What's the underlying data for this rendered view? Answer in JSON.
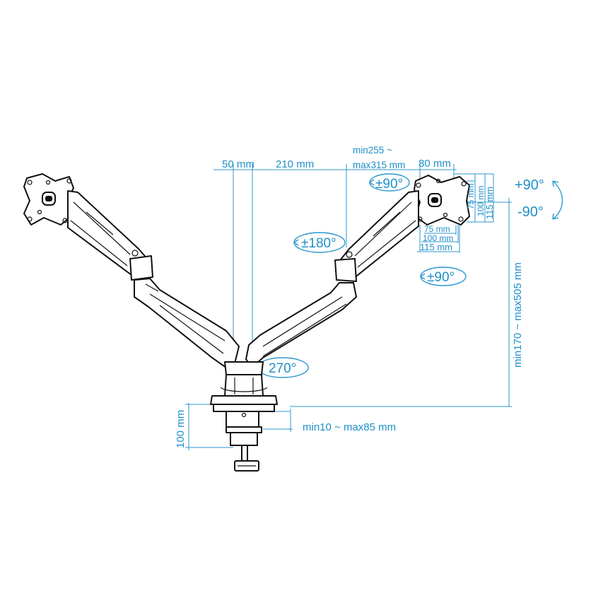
{
  "dimensions": {
    "offset_50": "50 mm",
    "arm_210": "210 mm",
    "arm_ext_min": "min255 ~",
    "arm_ext_max": "max315 mm",
    "vesa_80": "80 mm",
    "vesa_v75": "75 mm",
    "vesa_v100": "100 mm",
    "vesa_v115": "115 mm",
    "vesa_h75": "75 mm",
    "vesa_h100": "100 mm",
    "vesa_h115": "115 mm",
    "height_range": "min170 ~ max505 mm",
    "desk_thickness": "min10 ~ max85 mm",
    "clamp_100": "100 mm"
  },
  "rotations": {
    "swivel_head": "±90°",
    "swivel_elbow": "±180°",
    "tilt_head": "±90°",
    "base_rotation": "270°",
    "tilt_up": "+90°",
    "tilt_down": "-90°"
  },
  "colors": {
    "dimension_blue": "#1f8fc8",
    "line_ink": "#111111"
  }
}
